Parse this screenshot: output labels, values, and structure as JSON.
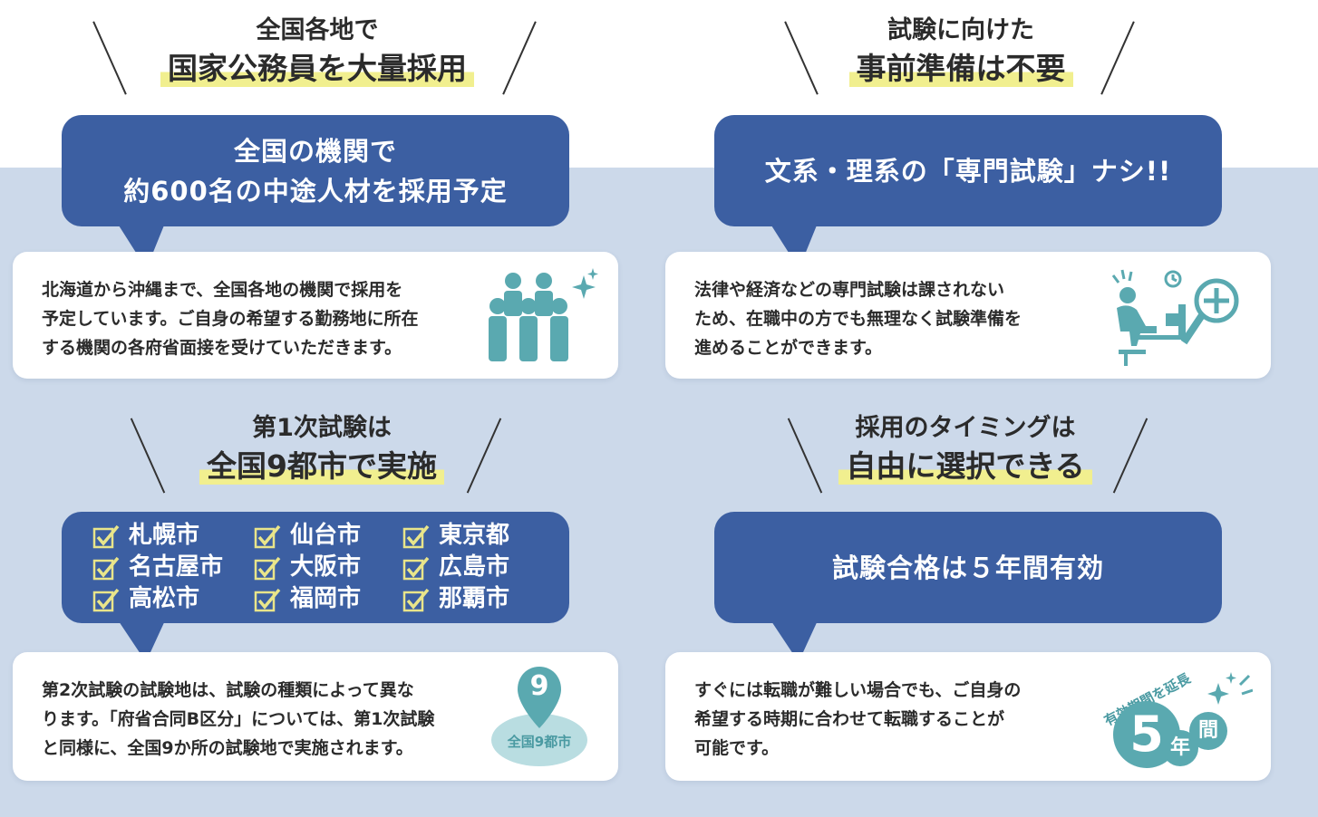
{
  "colors": {
    "navy": "#3c5fa2",
    "teal": "#5aa9b0",
    "highlight": "#f1ef8f",
    "band": "#ccd9ea"
  },
  "panel1": {
    "sub": "全国各地で",
    "main": "国家公務員を大量採用",
    "bubble": [
      "全国の機関で",
      "約600名の中途人材を採用予定"
    ],
    "desc": [
      "北海道から沖縄まで、全国各地の機関で採用を",
      "予定しています。ご自身の希望する勤務地に所在",
      "する機関の各府省面接を受けていただきます。"
    ],
    "icon": "people-group-icon"
  },
  "panel2": {
    "sub": "試験に向けた",
    "main": "事前準備は不要",
    "bubble": "文系・理系の「専門試験」ナシ!!",
    "desc": [
      "法律や経済などの専門試験は課されない",
      "ため、在職中の方でも無理なく試験準備を",
      "進めることができます。"
    ],
    "icon": "no-study-icon"
  },
  "panel3": {
    "sub": "第1次試験は",
    "main": "全国9都市で実施",
    "cities": [
      "札幌市",
      "仙台市",
      "東京都",
      "名古屋市",
      "大阪市",
      "広島市",
      "高松市",
      "福岡市",
      "那覇市"
    ],
    "desc": [
      "第2次試験の試験地は、試験の種類によって異な",
      "ります。「府省合同B区分」については、第1次試験",
      "と同様に、全国9か所の試験地で実施されます。"
    ],
    "pin_number": "9",
    "pin_label": "全国9都市",
    "icon": "map-pin-icon"
  },
  "panel4": {
    "sub": "採用のタイミングは",
    "main": "自由に選択できる",
    "bubble": "試験合格は５年間有効",
    "desc": [
      "すぐには転職が難しい場合でも、ご自身の",
      "希望する時期に合わせて転職することが",
      "可能です。"
    ],
    "badge_arc": "有効期間を延長",
    "badge_num": "5",
    "badge_year": "年",
    "badge_kan": "間",
    "icon": "five-year-badge-icon"
  }
}
